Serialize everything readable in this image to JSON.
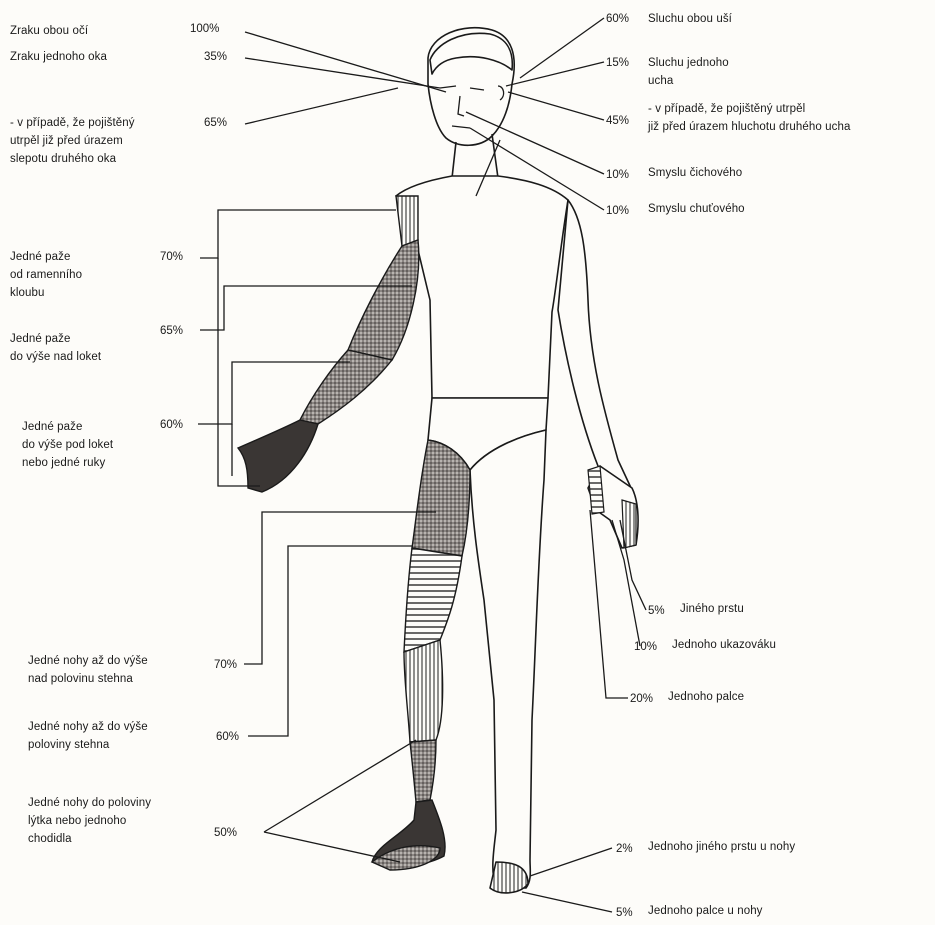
{
  "colors": {
    "ink": "#1a1a1a",
    "paper": "#fdfcf9",
    "shade": "#6f6a66",
    "shade_dark": "#3a3634"
  },
  "left_labels": [
    {
      "id": "eyes-both",
      "pct": "100%",
      "text": "Zraku obou očí"
    },
    {
      "id": "eye-one",
      "pct": "35%",
      "text": "Zraku jednoho oka"
    },
    {
      "id": "eye-other-blind",
      "pct": "65%",
      "text": "- v případě, že pojištěný\nutrpěl již před úrazem\nslepotu druhého oka"
    },
    {
      "id": "arm-shoulder",
      "pct": "70%",
      "text": "Jedné paže\nod ramenního\nkloubu"
    },
    {
      "id": "arm-above-elbow",
      "pct": "65%",
      "text": "Jedné paže\ndo výše nad loket"
    },
    {
      "id": "arm-below-elbow",
      "pct": "60%",
      "text": "Jedné paže\ndo výše pod loket\nnebo jedné ruky"
    },
    {
      "id": "leg-above-half-thigh",
      "pct": "70%",
      "text": "Jedné nohy až do výše\nnad polovinu stehna"
    },
    {
      "id": "leg-half-thigh",
      "pct": "60%",
      "text": "Jedné nohy až do výše\npoloviny stehna"
    },
    {
      "id": "leg-half-calf",
      "pct": "50%",
      "text": "Jedné nohy do poloviny\nlýtka nebo jednoho\nchodidla"
    }
  ],
  "right_labels": [
    {
      "id": "ears-both",
      "pct": "60%",
      "text": "Sluchu obou uší"
    },
    {
      "id": "ear-one",
      "pct": "15%",
      "text": "Sluchu jednoho\nucha"
    },
    {
      "id": "ear-other-deaf",
      "pct": "45%",
      "text": "- v případě, že pojištěný utrpěl\njiž před úrazem hluchotu druhého ucha"
    },
    {
      "id": "smell",
      "pct": "10%",
      "text": "Smyslu čichového"
    },
    {
      "id": "taste",
      "pct": "10%",
      "text": "Smyslu chuťového"
    },
    {
      "id": "other-finger",
      "pct": "5%",
      "text": "Jiného prstu"
    },
    {
      "id": "index-finger",
      "pct": "10%",
      "text": "Jednoho ukazováku"
    },
    {
      "id": "thumb",
      "pct": "20%",
      "text": "Jednoho palce"
    },
    {
      "id": "other-toe",
      "pct": "2%",
      "text": "Jednoho jiného prstu u nohy"
    },
    {
      "id": "big-toe",
      "pct": "5%",
      "text": "Jednoho palce u nohy"
    }
  ]
}
